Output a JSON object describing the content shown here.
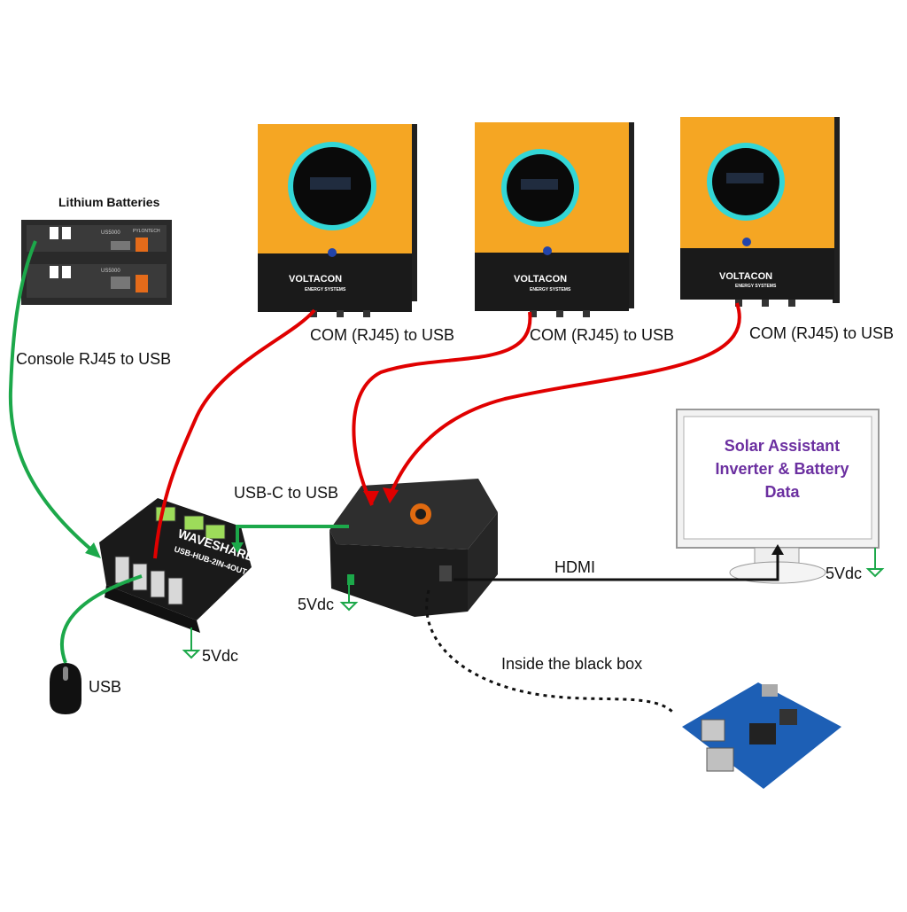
{
  "labels": {
    "batteries_title": "Lithium Batteries",
    "console": "Console RJ45 to USB",
    "com1": "COM (RJ45) to USB",
    "com2": "COM (RJ45) to USB",
    "com3": "COM (RJ45) to USB",
    "usbc": "USB-C to USB",
    "hdmi": "HDMI",
    "v_hub": "5Vdc",
    "v_box": "5Vdc",
    "v_monitor": "5Vdc",
    "usb_mouse": "USB",
    "inside": "Inside the black box"
  },
  "monitor": {
    "line1": "Solar Assistant",
    "line2": "Inverter & Battery",
    "line3": "Data"
  },
  "inverter_brand": "VOLTACON",
  "inverter_sub": "ENERGY SYSTEMS",
  "battery_model_1": "US5000",
  "battery_model_2": "US5000",
  "battery_brand": "PYLONTECH",
  "hub_brand": "WAVESHARE",
  "hub_model": "USB-HUB-2IN-4OUT",
  "colors": {
    "inverter_orange": "#f5a623",
    "inverter_ring": "#33d6d6",
    "wire_red": "#e00000",
    "wire_green": "#1ca84a",
    "monitor_text": "#6b2fa0",
    "board_blue": "#1d5fb5"
  },
  "icons": {
    "ground": "ground-symbol-icon",
    "mouse": "mouse-icon",
    "monitor": "monitor-icon"
  }
}
